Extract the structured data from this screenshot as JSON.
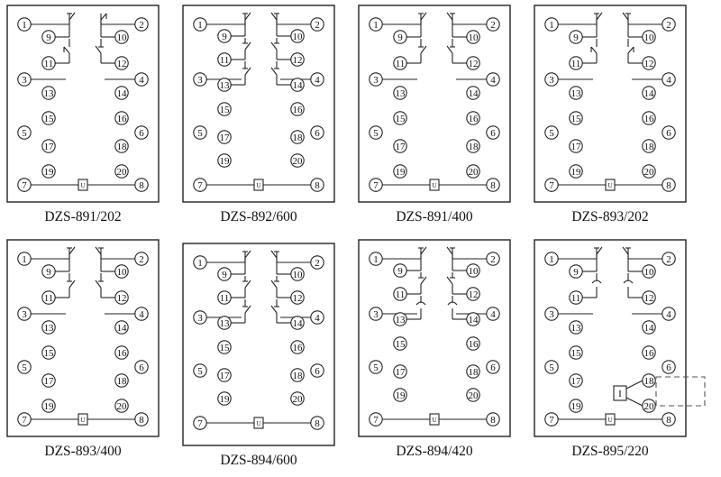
{
  "panels": [
    {
      "caption": "DZS-891/202",
      "style": "a",
      "contacts": [
        "no",
        "nc",
        "nc",
        "no"
      ]
    },
    {
      "caption": "DZS-892/600",
      "style": "b",
      "contacts": [
        "no",
        "no",
        "no",
        "no",
        "no",
        "no"
      ]
    },
    {
      "caption": "DZS-891/400",
      "style": "a",
      "contacts": [
        "no",
        "no",
        "no",
        "no"
      ]
    },
    {
      "caption": "DZS-893/202",
      "style": "a",
      "contacts": [
        "no",
        "no",
        "nc",
        "nc"
      ]
    },
    {
      "caption": "DZS-893/400",
      "style": "a",
      "contacts": [
        "no",
        "no",
        "no",
        "no"
      ]
    },
    {
      "caption": "DZS-894/600",
      "style": "b",
      "contacts": [
        "no",
        "no",
        "no",
        "no",
        "no",
        "no"
      ]
    },
    {
      "caption": "DZS-894/420",
      "style": "b",
      "contacts": [
        "no",
        "no",
        "no",
        "no",
        "td",
        "td"
      ]
    },
    {
      "caption": "DZS-895/220",
      "style": "c",
      "contacts": [
        "no",
        "no",
        "td",
        "td"
      ]
    }
  ],
  "labels": {
    "t1": "1",
    "t2": "2",
    "t3": "3",
    "t4": "4",
    "t5": "5",
    "t6": "6",
    "t7": "7",
    "t8": "8",
    "t9": "9",
    "t10": "10",
    "t11": "11",
    "t12": "12",
    "t13": "13",
    "t14": "14",
    "t15": "15",
    "t16": "16",
    "t17": "17",
    "t18": "18",
    "t19": "19",
    "t20": "20",
    "coil": "U",
    "test_button": "I"
  }
}
